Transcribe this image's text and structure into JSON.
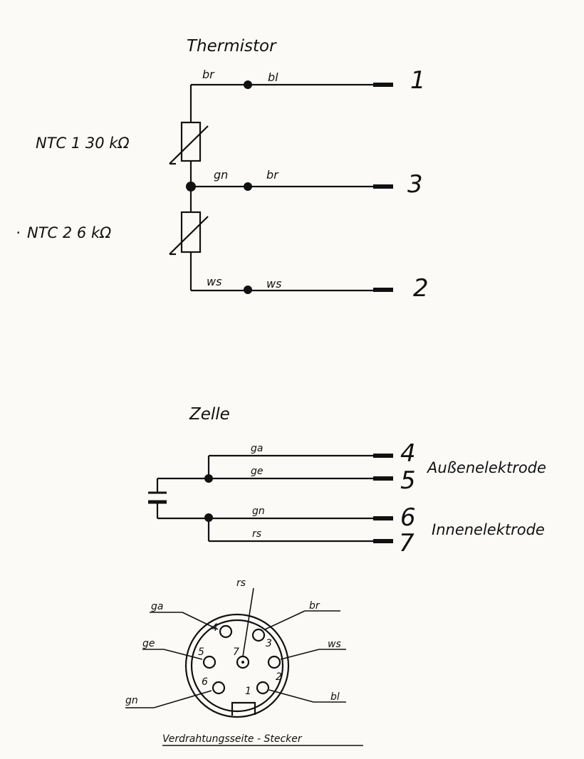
{
  "thermistor": {
    "title": "Thermistor",
    "ntc1": "NTC 1  30 kΩ",
    "ntc2": "NTC 2   6 kΩ",
    "wires": [
      {
        "left": "br",
        "right": "bl",
        "pin": "1"
      },
      {
        "left": "gn",
        "right": "br",
        "pin": "3"
      },
      {
        "left": "ws",
        "right": "ws",
        "pin": "2"
      }
    ]
  },
  "zelle": {
    "title": "Zelle",
    "wires": [
      {
        "color": "ga",
        "pin": "4"
      },
      {
        "color": "ge",
        "pin": "5"
      },
      {
        "color": "gn",
        "pin": "6"
      },
      {
        "color": "rs",
        "pin": "7"
      }
    ],
    "outer_label": "Außenelektrode",
    "inner_label": "Innenelektrode"
  },
  "connector": {
    "pins": [
      {
        "num": "1",
        "color": "bl"
      },
      {
        "num": "2",
        "color": "ws"
      },
      {
        "num": "3",
        "color": "br"
      },
      {
        "num": "4",
        "color": "ga"
      },
      {
        "num": "5",
        "color": "ge"
      },
      {
        "num": "6",
        "color": "gn"
      },
      {
        "num": "7",
        "color": "rs"
      }
    ],
    "caption": "Verdrahtungsseite - Stecker"
  }
}
